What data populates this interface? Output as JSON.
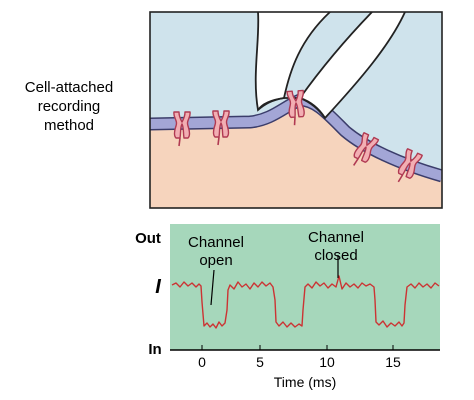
{
  "method_label": [
    "Cell-attached",
    "recording",
    "method"
  ],
  "trace": {
    "y_top_label": "Out",
    "y_mid_label": "I",
    "y_bottom_label": "In",
    "annotation_open": [
      "Channel",
      "open"
    ],
    "annotation_closed": [
      "Channel",
      "closed"
    ],
    "x_label": "Time (ms)",
    "x_ticks": [
      "0",
      "5",
      "10",
      "15"
    ]
  },
  "colors": {
    "pipette_bg": "#cfe3ec",
    "cell_fill": "#f6d4bd",
    "membrane": "#a3a6d6",
    "channel": "#f2aeb3",
    "trace_bg": "#a6d7bb",
    "trace_line": "#cc3333"
  }
}
